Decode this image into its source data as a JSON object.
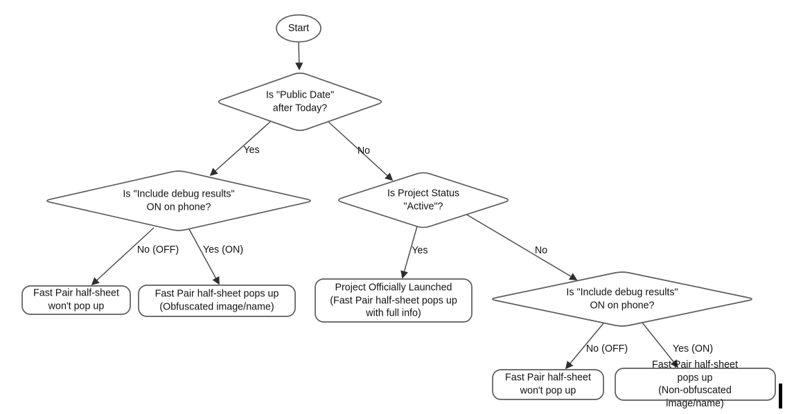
{
  "flowchart": {
    "nodes": {
      "start": "Start",
      "decision_public_date": "Is \"Public Date\"\nafter Today?",
      "decision_debug_left": "Is \"Include debug results\"\nON on phone?",
      "decision_project_status": "Is Project Status\n\"Active\"?",
      "decision_debug_right": "Is \"Include debug results\"\nON on phone?",
      "result_no_popup_left": "Fast Pair half-sheet\nwon't pop up",
      "result_obfuscated": "Fast Pair half-sheet pops up\n(Obfuscated image/name)",
      "result_launched": "Project Officially Launched\n(Fast Pair half-sheet pops up\nwith full info)",
      "result_no_popup_right": "Fast Pair half-sheet\nwon't pop up",
      "result_non_obfuscated": "Fast Pair half-sheet pops up\n(Non-obfuscated image/name)"
    },
    "edge_labels": {
      "yes_top": "Yes",
      "no_top": "No",
      "no_off_left": "No (OFF)",
      "yes_on_left": "Yes (ON)",
      "yes_mid": "Yes",
      "no_mid": "No",
      "no_off_right": "No (OFF)",
      "yes_on_right": "Yes (ON)"
    },
    "colors": {
      "shape_border": "#5b5b5b",
      "edge_line": "#4d4d4d",
      "arrowhead": "#2e2e2e",
      "text": "#111111",
      "background": "#ffffff"
    }
  }
}
